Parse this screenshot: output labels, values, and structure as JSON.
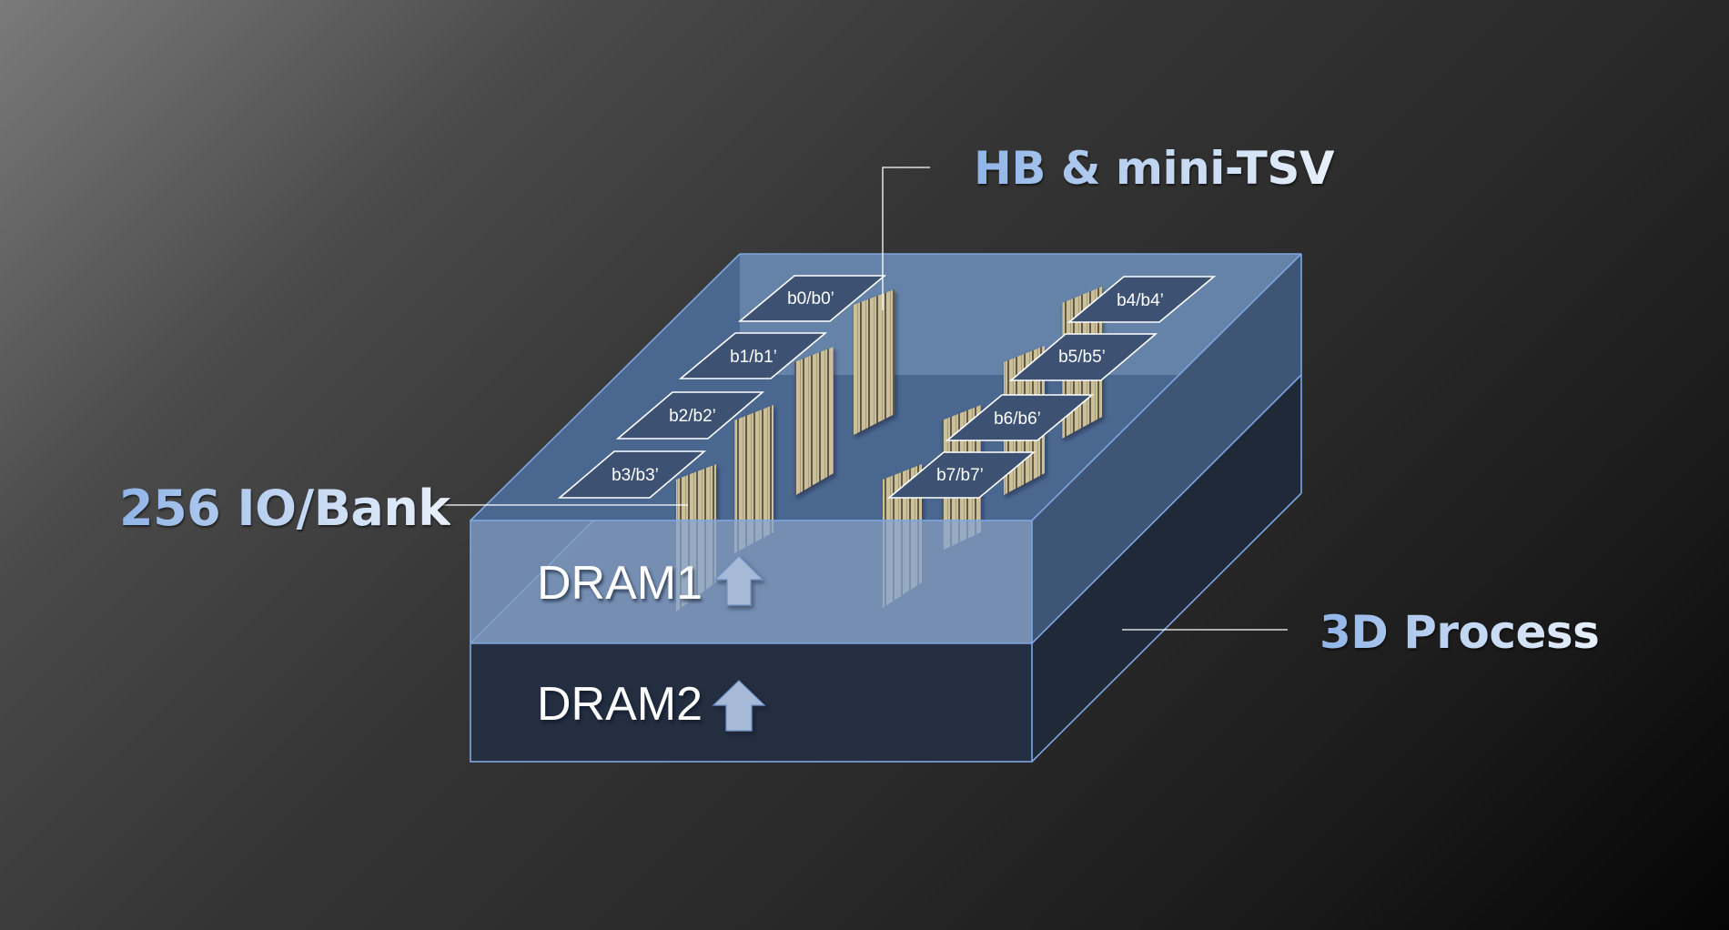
{
  "diagram": {
    "callouts": {
      "hb_tsv": "HB & mini-TSV",
      "io_per_bank": "256 IO/Bank",
      "process": "3D Process"
    },
    "layers": [
      {
        "name": "DRAM1",
        "label": "DRAM1",
        "arrow": "up-arrow-icon",
        "color": "#7189ad"
      },
      {
        "name": "DRAM2",
        "label": "DRAM2",
        "arrow": "up-arrow-icon",
        "color": "#232e40"
      }
    ],
    "banks": [
      {
        "id": "b0",
        "label": "b0/b0’"
      },
      {
        "id": "b1",
        "label": "b1/b1’"
      },
      {
        "id": "b2",
        "label": "b2/b2’"
      },
      {
        "id": "b3",
        "label": "b3/b3’"
      },
      {
        "id": "b4",
        "label": "b4/b4’"
      },
      {
        "id": "b5",
        "label": "b5/b5’"
      },
      {
        "id": "b6",
        "label": "b6/b6’"
      },
      {
        "id": "b7",
        "label": "b7/b7’"
      }
    ],
    "colors": {
      "callout_text_start": "#8fb4e8",
      "callout_text_end": "#e8f0fb",
      "box_edge": "#7ea6e0",
      "top_face": "#4a6790",
      "top_face_back": "#6583a8",
      "right_face_upper": "#3e5575",
      "right_face_lower": "#1f2938",
      "bank_fill": "#3d5272",
      "tsv_pillar": "#c8bd95",
      "arrow_fill": "#a6b9d6"
    }
  }
}
